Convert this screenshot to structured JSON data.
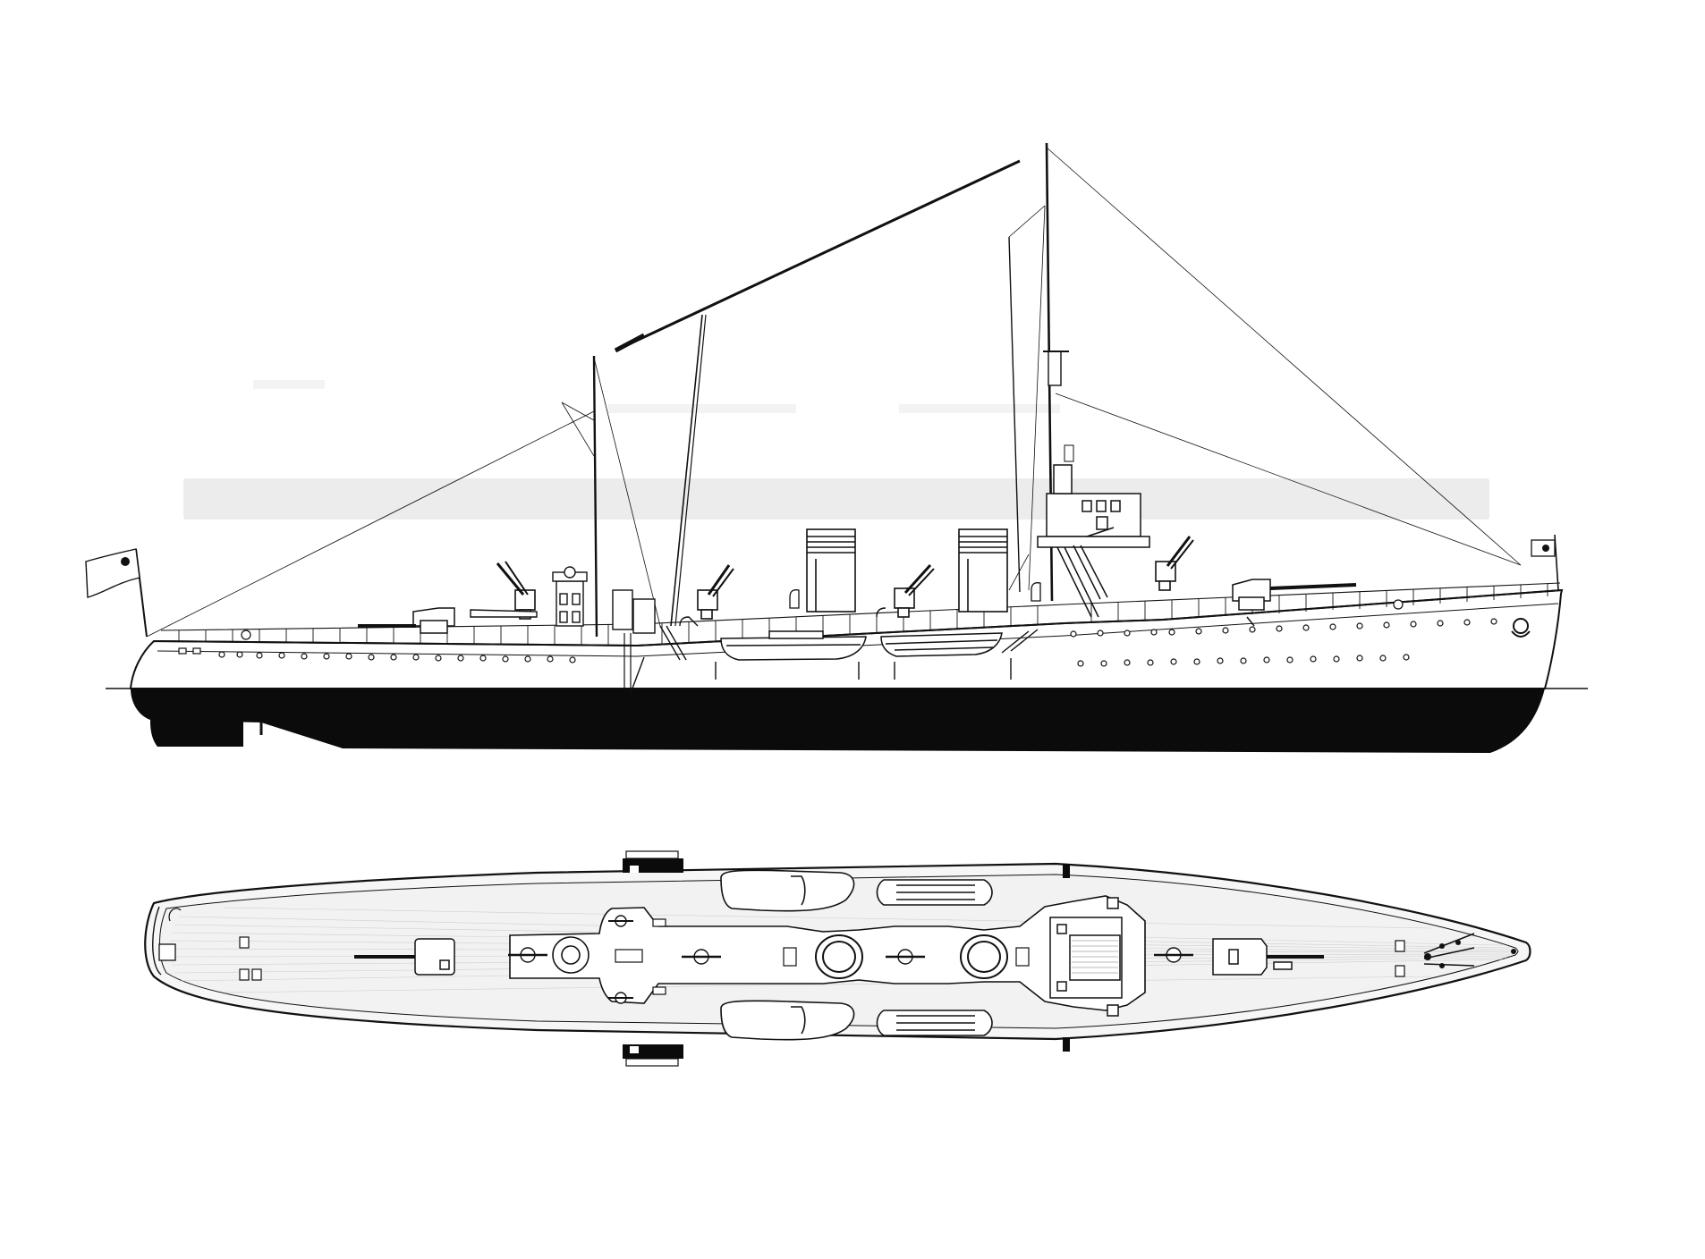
{
  "drawing": {
    "subject": "",
    "views": [
      "side-elevation",
      "plan-view"
    ]
  },
  "colors": {
    "background": "#ffffff",
    "line": "#111111",
    "hull_black": "#0b0b0b",
    "ghost": "#d9d9d9",
    "deck_fill": "#f2f2f2"
  },
  "side_view": {
    "masts": 2,
    "funnels": 2,
    "boats": 2,
    "guns_visible": 6,
    "flags": 2
  },
  "plan_view": {
    "funnels": 2,
    "boats": 4,
    "guns_visible": 8
  }
}
